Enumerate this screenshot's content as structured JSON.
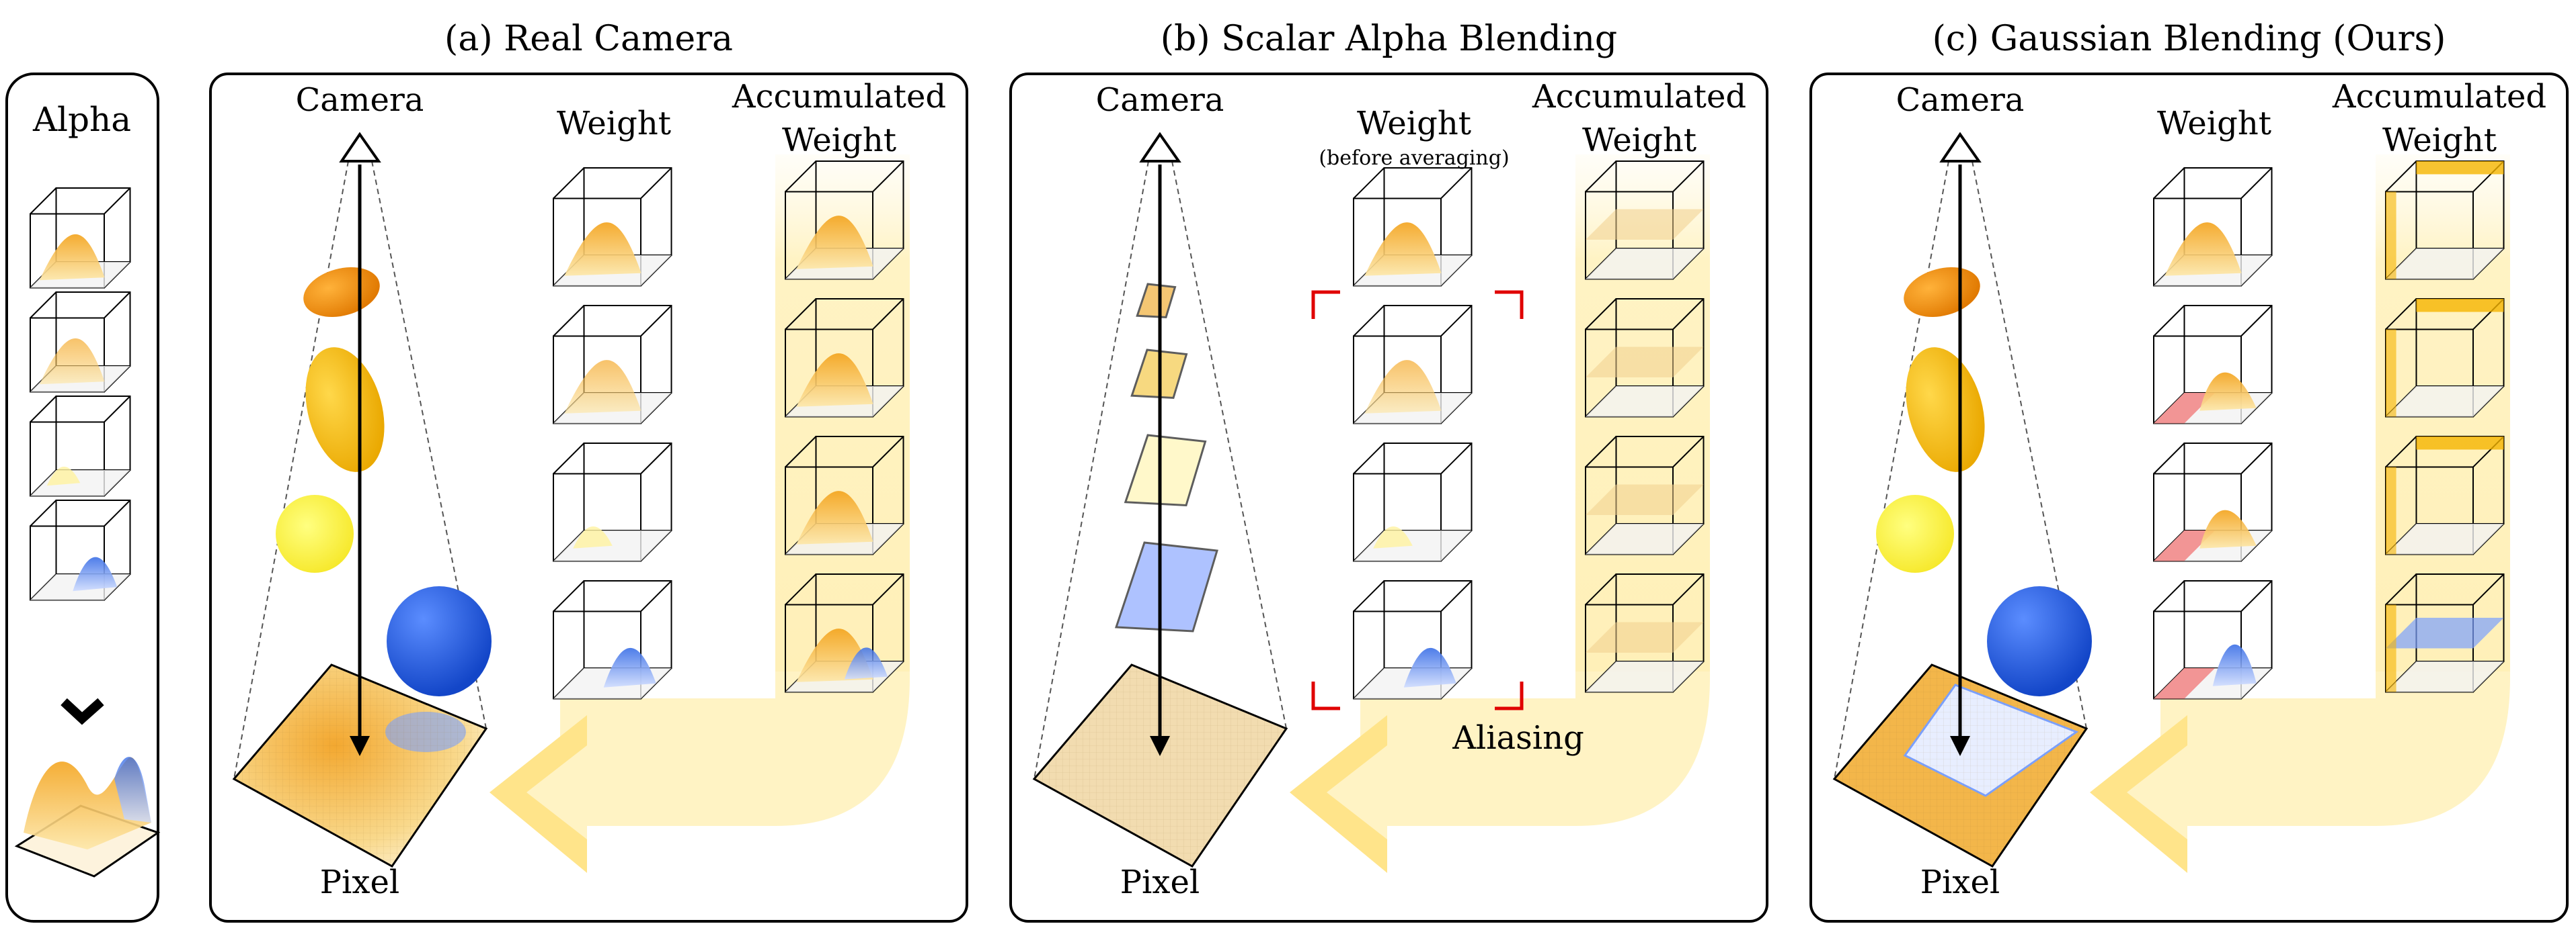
{
  "left_panel": {
    "title": "Alpha"
  },
  "panels": [
    {
      "title": "(a) Real Camera",
      "camera_label": "Camera",
      "weight_label": "Weight",
      "weight_sublabel": "",
      "accum_label_line1": "Accumulated",
      "accum_label_line2": "Weight",
      "pixel_label": "Pixel",
      "annotation": ""
    },
    {
      "title": "(b) Scalar Alpha Blending",
      "camera_label": "Camera",
      "weight_label": "Weight",
      "weight_sublabel": "(before averaging)",
      "accum_label_line1": "Accumulated",
      "accum_label_line2": "Weight",
      "pixel_label": "Pixel",
      "annotation": "Aliasing"
    },
    {
      "title": "(c) Gaussian Blending (Ours)",
      "camera_label": "Camera",
      "weight_label": "Weight",
      "weight_sublabel": "",
      "accum_label_line1": "Accumulated",
      "accum_label_line2": "Weight",
      "pixel_label": "Pixel",
      "annotation": ""
    }
  ],
  "colors": {
    "orange": "#f08c00",
    "gold": "#f5b400",
    "yellow": "#fff23a",
    "blue": "#1f5fe0",
    "arrow_band": "#fff6cf",
    "aliasing_red": "#e00000",
    "mask_pink": "#f28b8b"
  }
}
